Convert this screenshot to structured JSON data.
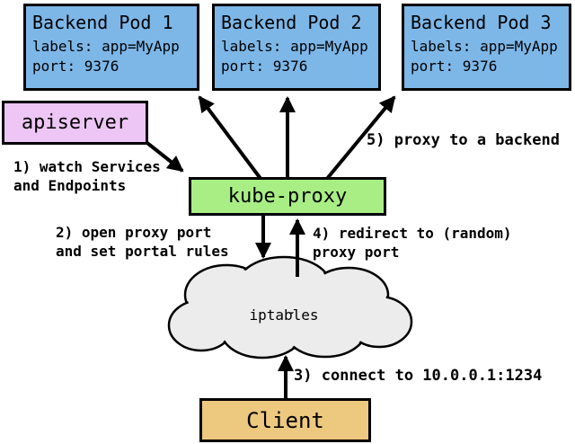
{
  "colors": {
    "pod_fill": "#7db7e8",
    "apiserver_fill": "#eec6f5",
    "kube_proxy_fill": "#a8ee85",
    "client_fill": "#edc87f",
    "cloud_fill": "#ececec",
    "border": "#000000"
  },
  "pods": [
    {
      "title": "Backend Pod 1",
      "line1": "labels: app=MyApp",
      "line2": "port: 9376"
    },
    {
      "title": "Backend Pod 2",
      "line1": "labels: app=MyApp",
      "line2": "port: 9376"
    },
    {
      "title": "Backend Pod 3",
      "line1": "labels: app=MyApp",
      "line2": "port: 9376"
    }
  ],
  "nodes": {
    "apiserver": "apiserver",
    "kube_proxy": "kube-proxy",
    "iptables": "iptables",
    "client": "Client"
  },
  "annotations": {
    "step1": "1) watch Services\nand Endpoints",
    "step2": "2) open proxy port\nand set portal rules",
    "step3": "3) connect to 10.0.0.1:1234",
    "step4": "4) redirect to (random)\nproxy port",
    "step5": "5) proxy to a backend"
  }
}
